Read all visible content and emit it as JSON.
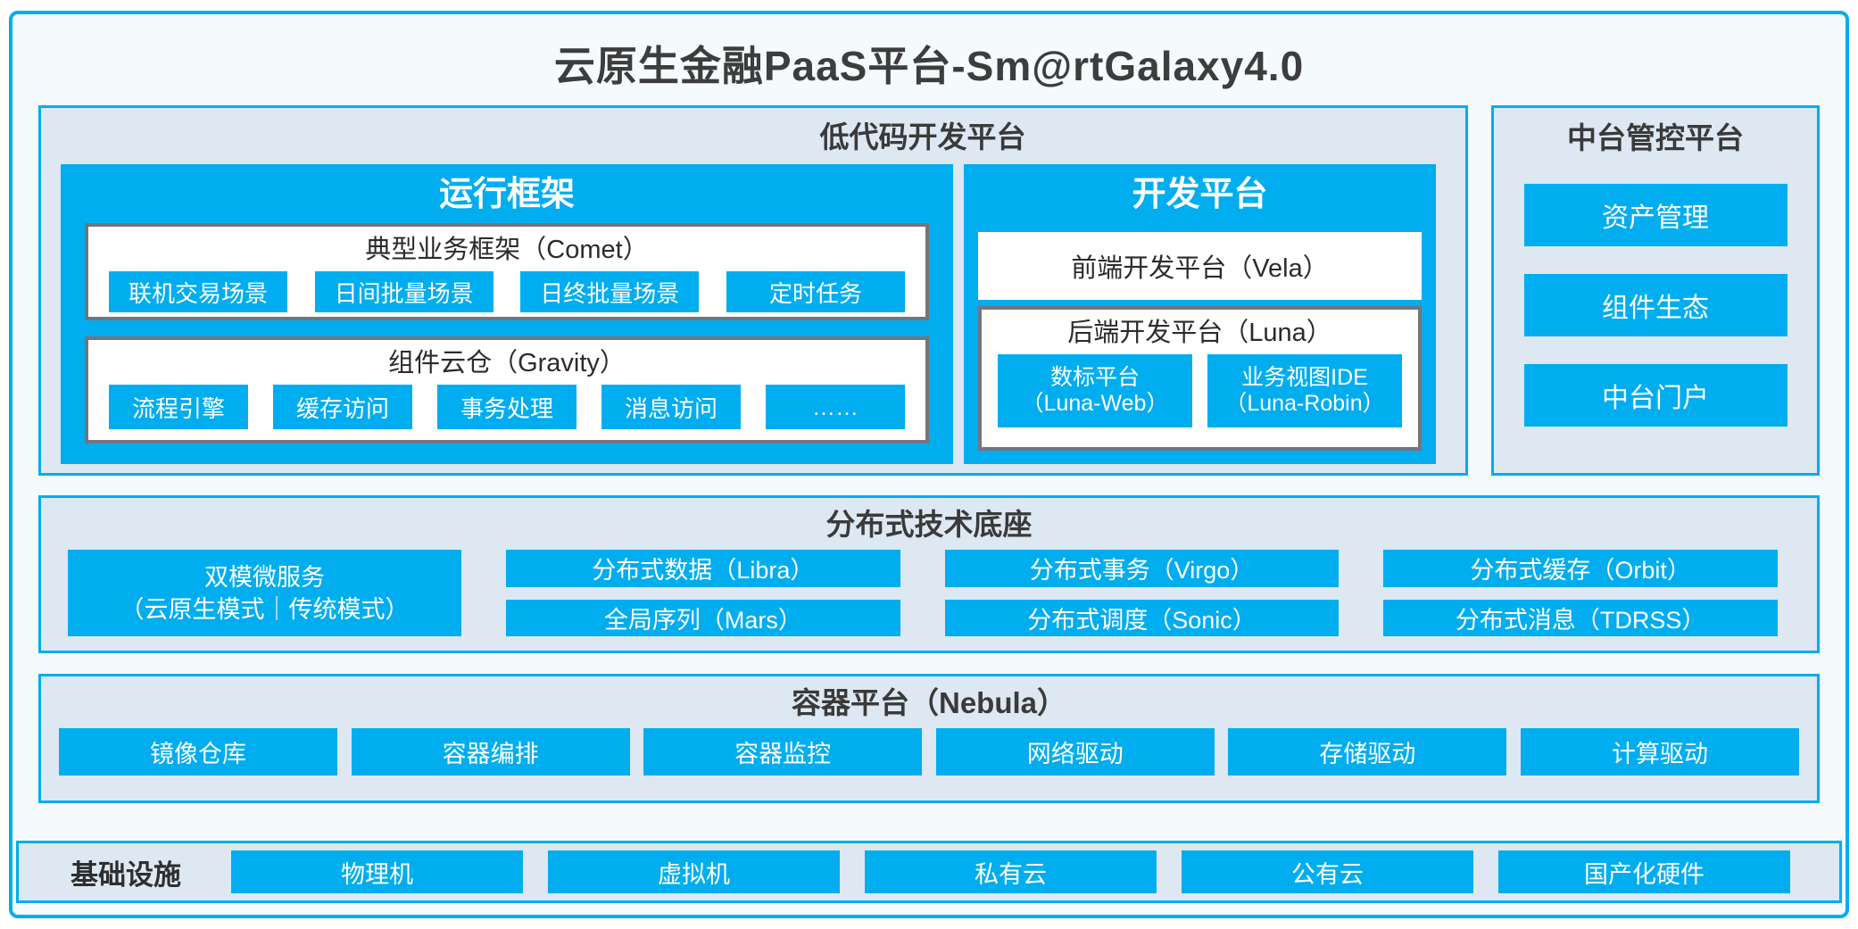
{
  "title": "云原生金融PaaS平台-Sm@rtGalaxy4.0",
  "colors": {
    "accent": "#00ADEF",
    "panel_bg": "#DDE8F3",
    "frame_bg": "#F5FAFD",
    "dark_text": "#3A3A3A",
    "box_border": "#74747E"
  },
  "low_code": {
    "title": "低代码开发平台",
    "runtime": {
      "title": "运行框架",
      "comet": {
        "title": "典型业务框架（Comet）",
        "items": [
          "联机交易场景",
          "日间批量场景",
          "日终批量场景",
          "定时任务"
        ]
      },
      "gravity": {
        "title": "组件云仓（Gravity）",
        "items": [
          "流程引擎",
          "缓存访问",
          "事务处理",
          "消息访问",
          "……"
        ]
      }
    },
    "dev": {
      "title": "开发平台",
      "vela": "前端开发平台（Vela）",
      "luna": {
        "title": "后端开发平台（Luna）",
        "items": [
          {
            "line1": "数标平台",
            "line2": "（Luna-Web）"
          },
          {
            "line1": "业务视图IDE",
            "line2": "（Luna-Robin）"
          }
        ]
      }
    }
  },
  "midplatform": {
    "title": "中台管控平台",
    "items": [
      "资产管理",
      "组件生态",
      "中台门户"
    ]
  },
  "distributed": {
    "title": "分布式技术底座",
    "dual_mode": {
      "line1": "双模微服务",
      "line2": "（云原生模式｜传统模式）"
    },
    "columns": [
      [
        "分布式数据（Libra）",
        "全局序列（Mars）"
      ],
      [
        "分布式事务（Virgo）",
        "分布式调度（Sonic）"
      ],
      [
        "分布式缓存（Orbit）",
        "分布式消息（TDRSS）"
      ]
    ]
  },
  "container": {
    "title": "容器平台（Nebula）",
    "items": [
      "镜像仓库",
      "容器编排",
      "容器监控",
      "网络驱动",
      "存储驱动",
      "计算驱动"
    ]
  },
  "infra": {
    "title": "基础设施",
    "items": [
      "物理机",
      "虚拟机",
      "私有云",
      "公有云",
      "国产化硬件"
    ]
  }
}
